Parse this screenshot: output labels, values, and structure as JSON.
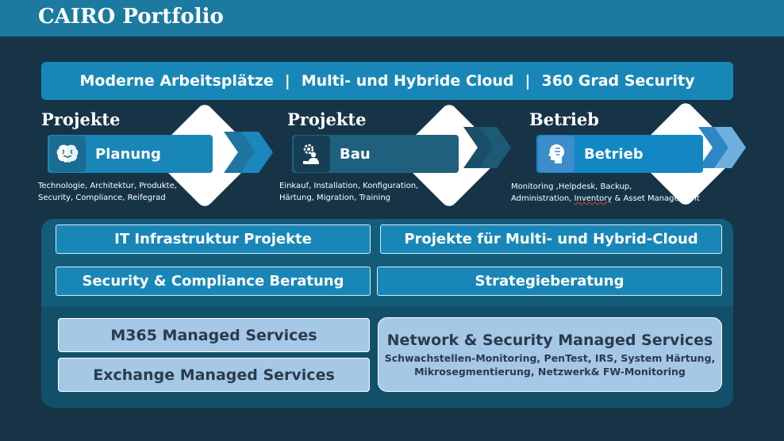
{
  "title": "CAIRO Portfolio",
  "banner": {
    "item1": "Moderne Arbeitsplätze",
    "item2": "Multi- und Hybride Cloud",
    "item3": "360 Grad Security",
    "separator": "|"
  },
  "phases": [
    {
      "heading": "Projekte",
      "label": "Planung",
      "icon": "brain-icon",
      "desc_line1": "Technologie, Architektur, Produkte,",
      "desc_line2": "Security, Compliance, Reifegrad"
    },
    {
      "heading": "Projekte",
      "label": "Bau",
      "icon": "gear-worker-icon",
      "desc_line1": "Einkauf, Installation, Konfiguration,",
      "desc_line2": "Härtung, Migration, Training"
    },
    {
      "heading": "Betrieb",
      "label": "Betrieb",
      "icon": "head-profile-icon",
      "desc_line1": "Monitoring ,Helpdesk, Backup,",
      "desc_line2a": "Administration, ",
      "desc_line2b": "Inventory",
      "desc_line2c": " & Asset Management"
    }
  ],
  "services_top": {
    "cell1": "IT Infrastruktur Projekte",
    "cell2": "Projekte für Multi- und Hybrid-Cloud",
    "cell3": "Security & Compliance Beratung",
    "cell4": "Strategieberatung"
  },
  "services_bottom": {
    "cell1": "M365 Managed Services",
    "cell2": "Exchange Managed Services",
    "cell3_title": "Network & Security Managed Services",
    "cell3_line1": "Schwachstellen-Monitoring, PenTest, IRS, System Härtung,",
    "cell3_line2": "Mikrosegmentierung, Netzwerk& FW-Monitoring"
  },
  "colors": {
    "background": "#173447",
    "title_bar": "#1c7aa0",
    "accent_blue": "#1887b8",
    "light_blue": "#a4c8e6"
  }
}
